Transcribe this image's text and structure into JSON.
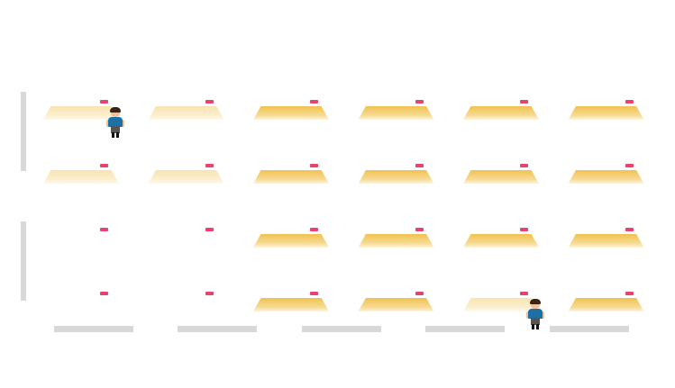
{
  "scene": {
    "rows": [
      [
        "faded",
        "faded",
        "bright",
        "bright",
        "bright",
        "bright"
      ],
      [
        "faded",
        "faded",
        "bright",
        "bright",
        "bright",
        "bright"
      ],
      [
        "empty",
        "empty",
        "bright",
        "bright",
        "bright",
        "bright"
      ],
      [
        "empty",
        "empty",
        "bright",
        "bright",
        "faded",
        "bright"
      ]
    ],
    "characters": [
      {
        "row": 0,
        "col": 0
      },
      {
        "row": 3,
        "col": 4
      }
    ],
    "colors": {
      "desk": "#f0c14e",
      "marker": "#e8426e",
      "wall": "#d8d8d8",
      "shirt": "#1b70a6"
    }
  }
}
